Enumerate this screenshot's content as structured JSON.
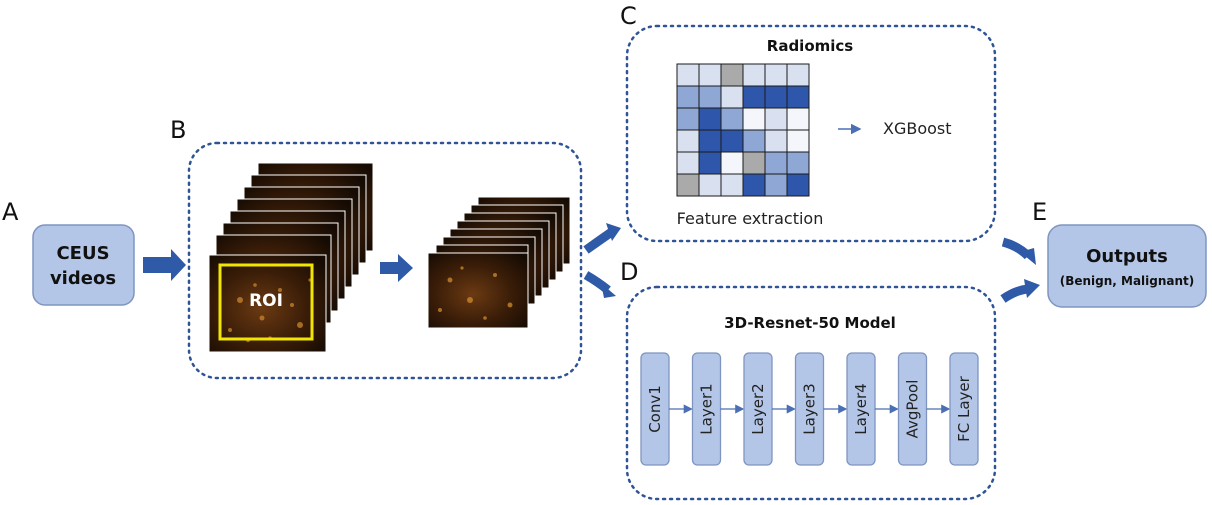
{
  "sections": {
    "a": "A",
    "b": "B",
    "c": "C",
    "d": "D",
    "e": "E"
  },
  "input_box": {
    "line1": "CEUS",
    "line2": "videos"
  },
  "roi_label": "ROI",
  "radiomics": {
    "title": "Radiomics",
    "caption": "Feature extraction",
    "classifier": "XGBoost",
    "grid": [
      [
        "light",
        "light",
        "gray",
        "light",
        "light",
        "light"
      ],
      [
        "mid",
        "mid",
        "light",
        "dark",
        "dark",
        "dark"
      ],
      [
        "mid",
        "dark",
        "mid",
        "white",
        "light",
        "white"
      ],
      [
        "light",
        "dark",
        "dark",
        "mid",
        "light",
        "white"
      ],
      [
        "light",
        "dark",
        "white",
        "gray",
        "mid",
        "mid"
      ],
      [
        "gray",
        "light",
        "light",
        "dark",
        "mid",
        "dark"
      ]
    ],
    "colors": {
      "white": "#f4f6fb",
      "light": "#d9e1f1",
      "mid": "#8fa7d4",
      "dark": "#2e56ab",
      "gray": "#aaaaaa"
    }
  },
  "model": {
    "title": "3D-Resnet-50 Model",
    "layers": [
      "Conv1",
      "Layer1",
      "Layer2",
      "Layer3",
      "Layer4",
      "AvgPool",
      "FC Layer"
    ]
  },
  "output_box": {
    "title": "Outputs",
    "subtitle": "(Benign, Malignant)"
  },
  "colors": {
    "box_fill": "#b4c6e7",
    "box_stroke": "#7f95c0",
    "arrow": "#2e5aa8",
    "dotted": "#2f5496",
    "roi": "#f2e500"
  }
}
